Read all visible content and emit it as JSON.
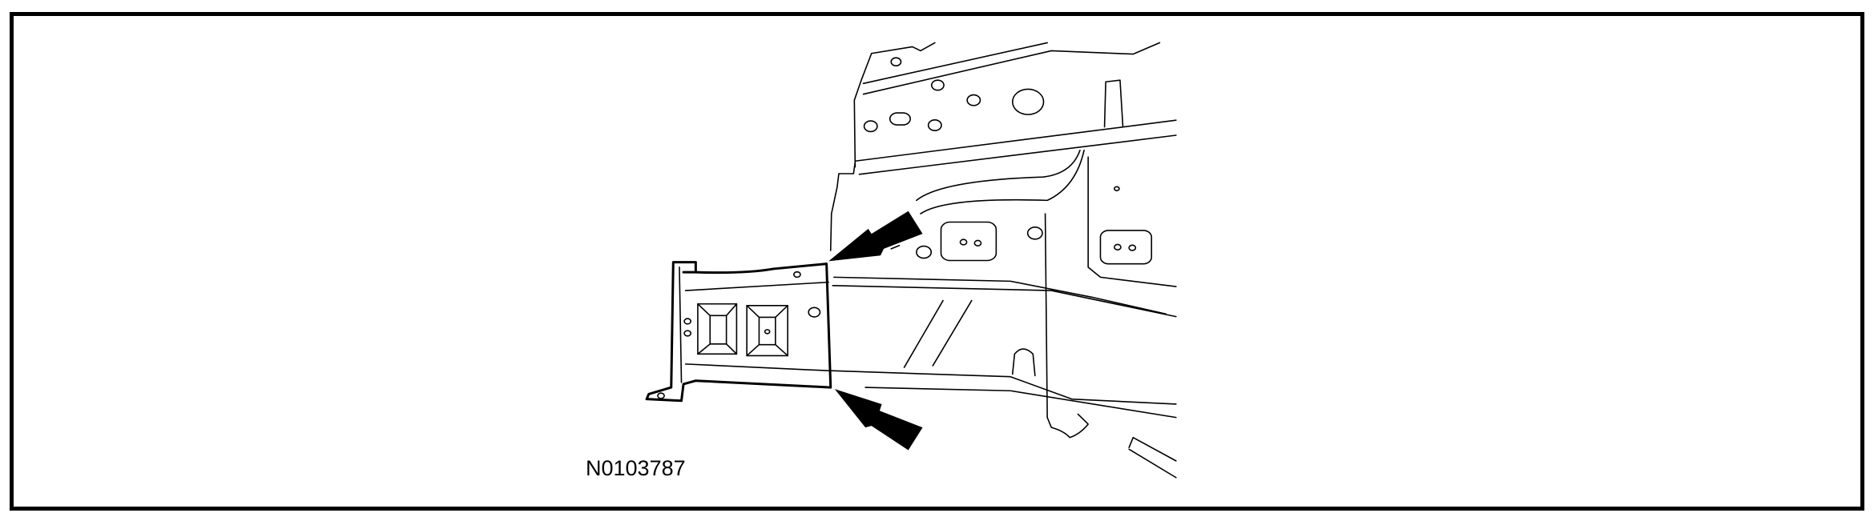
{
  "figure": {
    "id_label": "N0103787",
    "description_icons": [
      "bracket-part",
      "frame-rail",
      "arrow-upper",
      "arrow-lower"
    ]
  }
}
